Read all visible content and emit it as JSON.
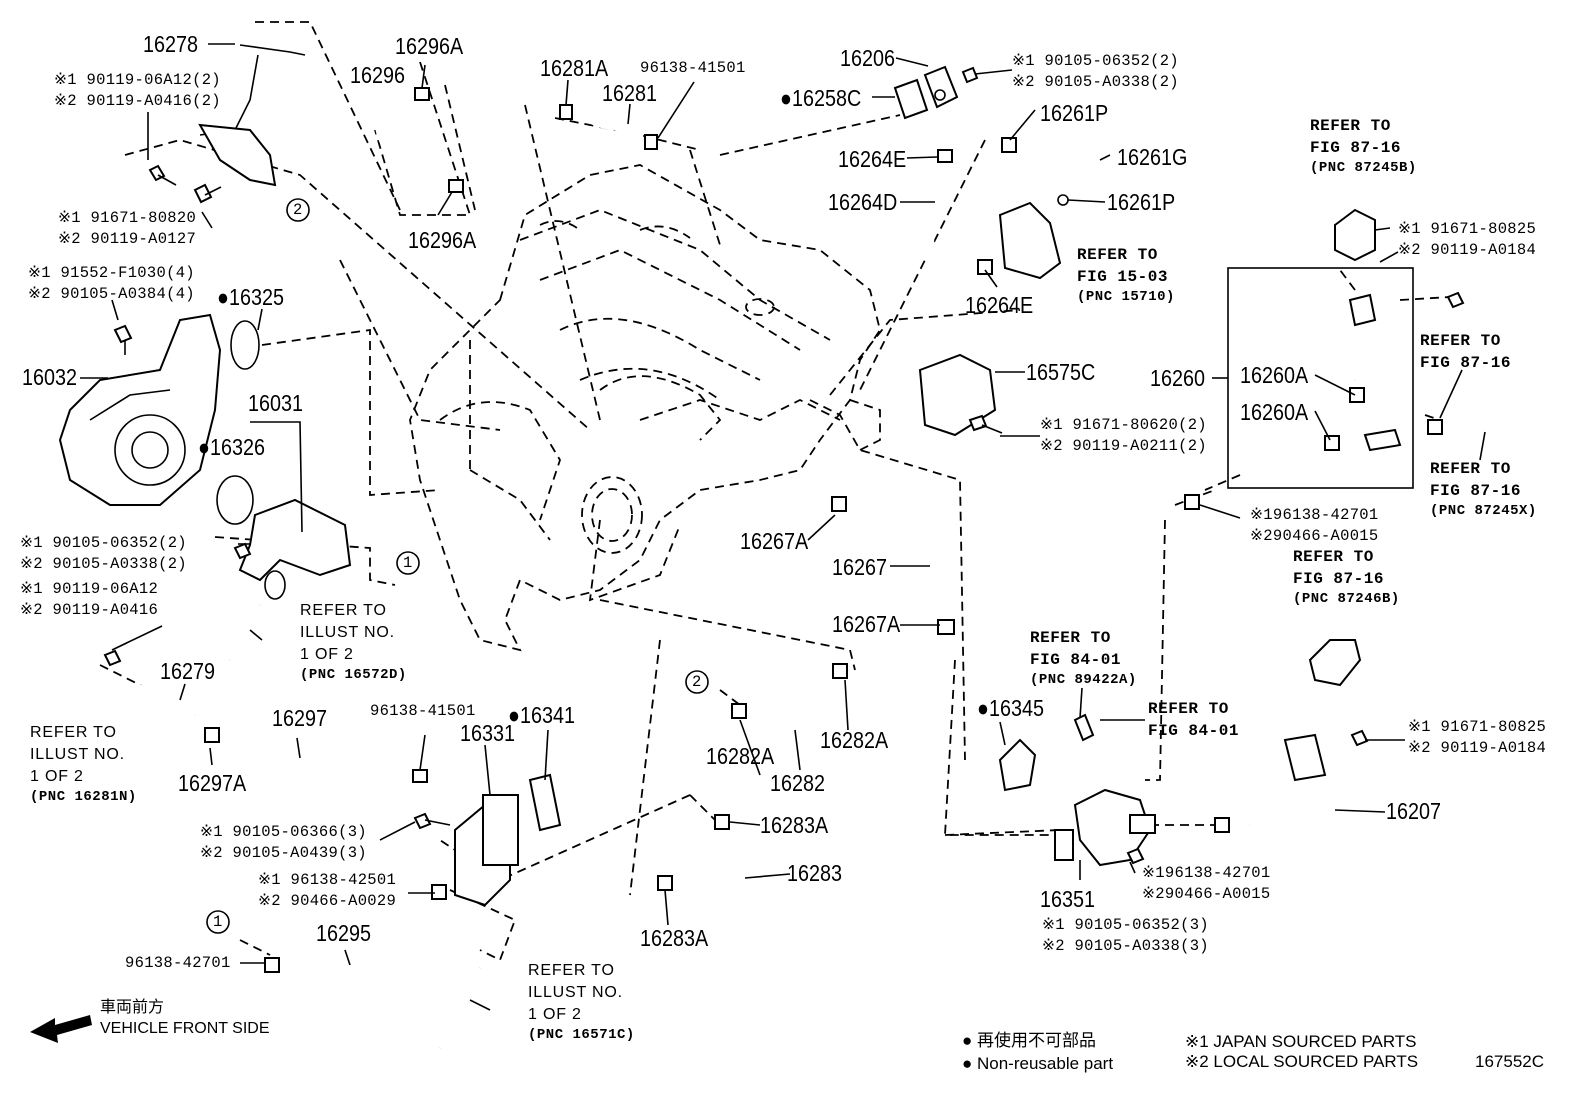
{
  "labels": {
    "p16278": "16278",
    "n16278_j": "※1 90119-06A12(2)",
    "n16278_l": "※2 90119-A0416(2)",
    "n_bolt2_j": "※1 91671-80820",
    "n_bolt2_l": "※2 90119-A0127",
    "n_16032_bolt_j": "※1 91552-F1030(4)",
    "n_16032_bolt_l": "※2 90105-A0384(4)",
    "p16325": "●16325",
    "p16032": "16032",
    "p16031": "16031",
    "p16326": "●16326",
    "n_16031_j": "※1 90105-06352(2)",
    "n_16031_l": "※2 90105-A0338(2)",
    "n_16279_j": "※1 90119-06A12",
    "n_16279_l": "※2 90119-A0416",
    "p16279": "16279",
    "p16297": "16297",
    "p16297A": "16297A",
    "p16296A_top": "16296A",
    "p16296": "16296",
    "p16296A_bot": "16296A",
    "p16281A": "16281A",
    "p96138_41501_top": "96138-41501",
    "p16281": "16281",
    "p16206": "16206",
    "p16258C": "●16258C",
    "n_16206_j": "※1 90105-06352(2)",
    "n_16206_l": "※2 90105-A0338(2)",
    "p16261P_top": "16261P",
    "p16264E_top": "16264E",
    "p16261G": "16261G",
    "p16264D": "16264D",
    "p16261P_bot": "16261P",
    "p16264E_bot": "16264E",
    "p16575C": "16575C",
    "n_16575_j": "※1 91671-80620(2)",
    "n_16575_l": "※2 90119-A0211(2)",
    "p16260": "16260",
    "p16260A_1": "16260A",
    "p16260A_2": "16260A",
    "n_16260_j": "※1 91671-80825",
    "n_16260_l": "※2 90119-A0184",
    "n_clamp_j": "※196138-42701",
    "n_clamp_l": "※290466-A0015",
    "p16267A_1": "16267A",
    "p16267": "16267",
    "p16267A_2": "16267A",
    "p16345": "●16345",
    "p16282A_1": "16282A",
    "p16282A_2": "16282A",
    "p16282": "16282",
    "p16283A_1": "16283A",
    "p16283": "16283",
    "p16283A_2": "16283A",
    "p96138_41501_bot": "96138-41501",
    "p16341": "●16341",
    "p16331": "16331",
    "n_16331_j": "※1 90105-06366(3)",
    "n_16331_l": "※2 90105-A0439(3)",
    "n_16295_j": "※1 96138-42501",
    "n_16295_l": "※2 90466-A0029",
    "p16295": "16295",
    "p96138_42701": "96138-42701",
    "p16207": "16207",
    "n_16207_j": "※1 91671-80825",
    "n_16207_l": "※2 90119-A0184",
    "p16351": "16351",
    "n_16351c_j": "※196138-42701",
    "n_16351c_l": "※290466-A0015",
    "n_16351_j": "※1 90105-06352(3)",
    "n_16351_l": "※2 90105-A0338(3)",
    "circle1": "1",
    "circle2": "2"
  },
  "refs": {
    "r_87_16_a": [
      "REFER TO",
      "FIG 87-16",
      "(PNC 87245B)"
    ],
    "r_15_03": [
      "REFER TO",
      "FIG 15-03",
      "(PNC 15710)"
    ],
    "r_87_16_b": [
      "REFER TO",
      "FIG 87-16"
    ],
    "r_87_16_c": [
      "REFER TO",
      "FIG 87-16",
      "(PNC 87245X)"
    ],
    "r_87_16_d": [
      "REFER TO",
      "FIG 87-16",
      "(PNC 87246B)"
    ],
    "r_84_01_a": [
      "REFER TO",
      "FIG 84-01",
      "(PNC 89422A)"
    ],
    "r_84_01_b": [
      "REFER TO",
      "FIG 84-01"
    ],
    "r_16572D": [
      "REFER TO",
      "ILLUST NO.",
      "1 OF 2",
      "(PNC 16572D)"
    ],
    "r_16281N": [
      "REFER TO",
      "ILLUST NO.",
      "1 OF 2",
      "(PNC 16281N)"
    ],
    "r_16571C": [
      "REFER TO",
      "ILLUST NO.",
      "1 OF 2",
      "(PNC 16571C)"
    ]
  },
  "front": {
    "jp": "車両前方",
    "en": "VEHICLE FRONT SIDE"
  },
  "legend": {
    "nonreusable_jp": "● 再使用不可部品",
    "nonreusable_en": "● Non-reusable part",
    "japan": "※1  JAPAN SOURCED PARTS",
    "local": "※2  LOCAL SOURCED PARTS",
    "illust_no": "167552C"
  }
}
